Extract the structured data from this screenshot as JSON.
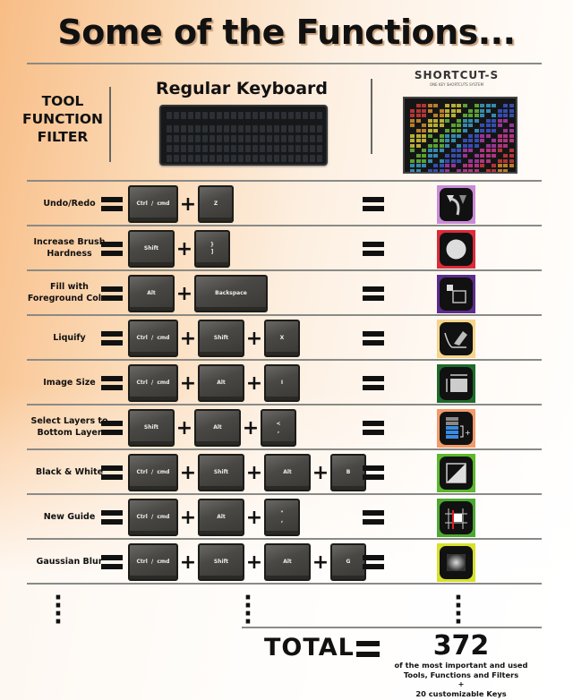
{
  "title": "Some of the Functions...",
  "header": {
    "col1": [
      "TOOL",
      "FUNCTION",
      "FILTER"
    ],
    "col2": "Regular Keyboard",
    "col3_logo": "SHORTCUT-S",
    "col3_sub": "ONE KEY SHORTCUTS SYSTEM"
  },
  "rows": [
    {
      "name": "Undo/Redo",
      "keys": [
        "Ctrl  /  cmd",
        "Z"
      ],
      "icon": "undo-redo-icon",
      "color": "#c98bd6"
    },
    {
      "name": "Increase Brush Hardness",
      "keys": [
        "Shift",
        "}\n]"
      ],
      "icon": "brush-hardness-icon",
      "color": "#dc2b3a"
    },
    {
      "name": "Fill with Foreground Color",
      "keys": [
        "Alt",
        "Backspace"
      ],
      "icon": "fill-foreground-icon",
      "color": "#5b2c8c"
    },
    {
      "name": "Liquify",
      "keys": [
        "Ctrl  /  cmd",
        "Shift",
        "X"
      ],
      "icon": "liquify-icon",
      "color": "#f5d58a"
    },
    {
      "name": "Image Size",
      "keys": [
        "Ctrl  /  cmd",
        "Alt",
        "I"
      ],
      "icon": "image-size-icon",
      "color": "#1d6a2c"
    },
    {
      "name": "Select Layers to Bottom Layer",
      "keys": [
        "Shift",
        "Alt",
        "<\n,"
      ],
      "icon": "select-layers-icon",
      "color": "#f29a6a"
    },
    {
      "name": "Black & White",
      "keys": [
        "Ctrl  /  cmd",
        "Shift",
        "Alt",
        "B"
      ],
      "icon": "black-white-icon",
      "color": "#5cb82e"
    },
    {
      "name": "New Guide",
      "keys": [
        "Ctrl  /  cmd",
        "Alt",
        "\"\n,"
      ],
      "icon": "new-guide-icon",
      "color": "#4ea832"
    },
    {
      "name": "Gaussian Blur",
      "keys": [
        "Ctrl  /  cmd",
        "Shift",
        "Alt",
        "G"
      ],
      "icon": "gaussian-blur-icon",
      "color": "#d8e02a"
    }
  ],
  "total": {
    "label": "TOTAL",
    "value": "372",
    "desc1": "of the most important and used",
    "desc2": "Tools, Functions and Filters",
    "plus": "+",
    "desc3": "20 customizable Keys"
  }
}
